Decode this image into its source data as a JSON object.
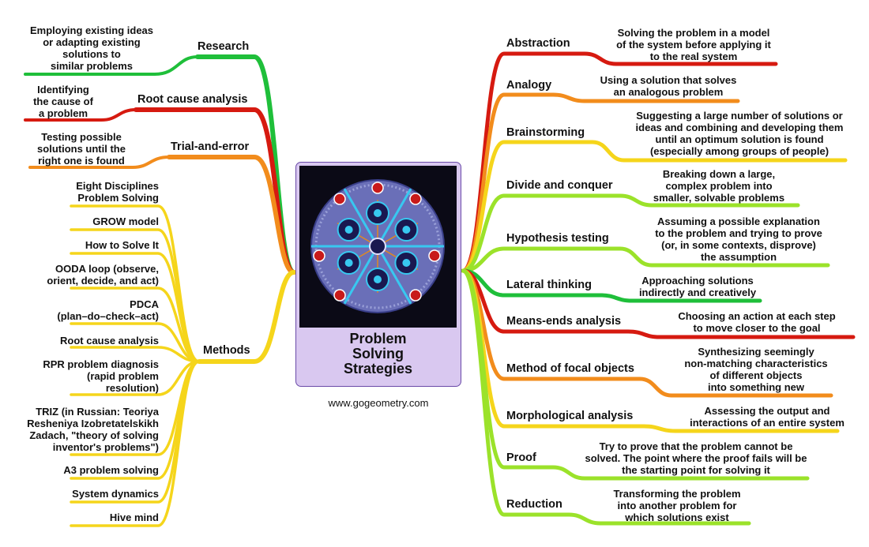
{
  "center": {
    "title": "Problem\nSolving\nStrategies",
    "art": "hyperbolic-tiling-disc"
  },
  "website": "www.gogeometry.com",
  "colors": {
    "red": "#d61a10",
    "orange": "#f28c1c",
    "yellow": "#f5d51b",
    "lime": "#9be22a",
    "green": "#1fbf3a"
  },
  "left_branches": [
    {
      "label": "Research",
      "color": "green",
      "details": [
        "Employing existing ideas\nor adapting existing\nsolutions to\nsimilar problems"
      ]
    },
    {
      "label": "Root cause analysis",
      "color": "red",
      "details": [
        "Identifying\nthe cause of\na problem"
      ]
    },
    {
      "label": "Trial-and-error",
      "color": "orange",
      "details": [
        "Testing possible\nsolutions until the\nright one is found"
      ]
    },
    {
      "label": "Methods",
      "color": "yellow",
      "details": [
        "Eight Disciplines\nProblem Solving",
        "GROW model",
        "How to Solve It",
        "OODA loop (observe,\norient, decide, and act)",
        "PDCA\n(plan–do–check–act)",
        "Root cause analysis",
        "RPR problem diagnosis\n(rapid problem\nresolution)",
        "TRIZ (in Russian: Teoriya\nResheniya Izobretatelskikh\nZadach, \"theory of solving\ninventor's problems\")",
        "A3 problem solving",
        "System dynamics",
        "Hive mind"
      ]
    }
  ],
  "right_branches": [
    {
      "label": "Abstraction",
      "color": "red",
      "detail": "Solving the problem in a model\nof the system before applying it\nto the real system"
    },
    {
      "label": "Analogy",
      "color": "orange",
      "detail": "Using a solution that solves\nan analogous problem"
    },
    {
      "label": "Brainstorming",
      "color": "yellow",
      "detail": "Suggesting a large number of solutions or\nideas and combining and developing them\nuntil an optimum solution is found\n(especially among groups of people)"
    },
    {
      "label": "Divide and conquer",
      "color": "lime",
      "detail": "Breaking down a large,\ncomplex problem into\nsmaller, solvable problems"
    },
    {
      "label": "Hypothesis testing",
      "color": "lime",
      "detail": "Assuming a possible explanation\nto the problem and trying to prove\n(or, in some contexts, disprove)\nthe assumption"
    },
    {
      "label": "Lateral thinking",
      "color": "green",
      "detail": "Approaching solutions\nindirectly and creatively"
    },
    {
      "label": "Means-ends analysis",
      "color": "red",
      "detail": "Choosing an action at each step\nto move closer to the goal"
    },
    {
      "label": "Method of focal objects",
      "color": "orange",
      "detail": "Synthesizing seemingly\nnon-matching characteristics\nof different objects\ninto something new"
    },
    {
      "label": "Morphological analysis",
      "color": "yellow",
      "detail": "Assessing the output and\ninteractions of an entire system"
    },
    {
      "label": "Proof",
      "color": "lime",
      "detail": "Try to prove that the problem cannot be\nsolved. The point where the proof fails will be\nthe starting point for solving it"
    },
    {
      "label": "Reduction",
      "color": "lime",
      "detail": "Transforming the problem\ninto another problem for\nwhich solutions exist"
    }
  ]
}
